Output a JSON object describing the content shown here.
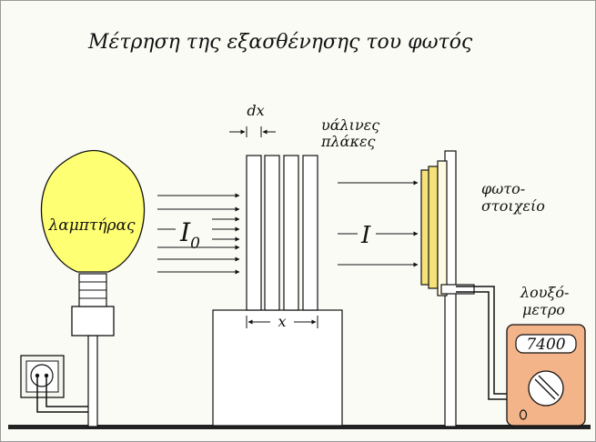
{
  "title": "Μέτρηση της εξασθένησης του φωτός",
  "labels": {
    "lamp": "λαμπτήρας",
    "i0_main": "I",
    "i0_sub": "0",
    "i_out": "I",
    "dx": "dx",
    "glass_1": "υάλινες",
    "glass_2": "πλάκες",
    "x": "x",
    "photocell_1": "φωτο-",
    "photocell_2": "στοιχείο",
    "meter_1": "λουξό-",
    "meter_2": "μετρο",
    "meter_reading": "7400"
  },
  "colors": {
    "background": "#fbfbf6",
    "bulb": "#ffff73",
    "photocell": "#f7e27a",
    "meter": "#f3b48a",
    "line": "#111111"
  }
}
